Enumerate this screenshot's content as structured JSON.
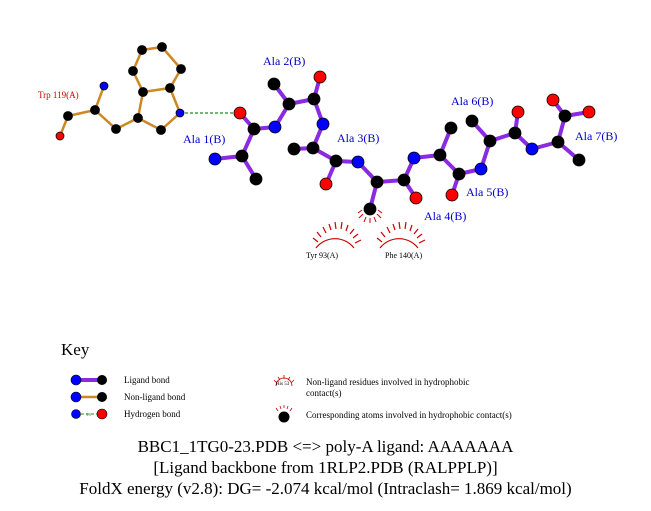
{
  "labels": {
    "trp": "Trp 119(A)",
    "ala1": "Ala 1(B)",
    "ala2": "Ala 2(B)",
    "ala3": "Ala 3(B)",
    "ala4": "Ala 4(B)",
    "ala5": "Ala 5(B)",
    "ala6": "Ala 6(B)",
    "ala7": "Ala 7(B)",
    "tyr": "Tyr 93(A)",
    "phe": "Phe 140(A)"
  },
  "key": {
    "title": "Key",
    "ligand_bond": "Ligand bond",
    "nonligand_bond": "Non-ligand bond",
    "hydrogen_bond": "Hydrogen bond",
    "hbond_length": "3.0",
    "his_label": "His 53",
    "hydrophobic_residues_1": "Non-ligand residues involved in hydrophobic",
    "hydrophobic_residues_2": "contact(s)",
    "hydrophobic_atoms": "Corresponding atoms involved in hydrophobic contact(s)"
  },
  "footer": {
    "line1": "BBC1_1TG0-23.PDB <=> poly-A ligand: AAAAAAA",
    "line2": "[Ligand backbone from 1RLP2.PDB (RALPPLP)]",
    "line3": "FoldX energy (v2.8): DG= -2.074 kcal/mol (Intraclash= 1.869 kcal/mol)"
  },
  "colors": {
    "ligand_bond": "#8a2be2",
    "nonligand_bond": "#cc8822",
    "hbond": "#228b22",
    "carbon": "#000000",
    "nitrogen": "#0000ff",
    "oxygen": "#ff0000",
    "residue_label": "#0000cc",
    "hydrophobic": "#cc0000"
  }
}
